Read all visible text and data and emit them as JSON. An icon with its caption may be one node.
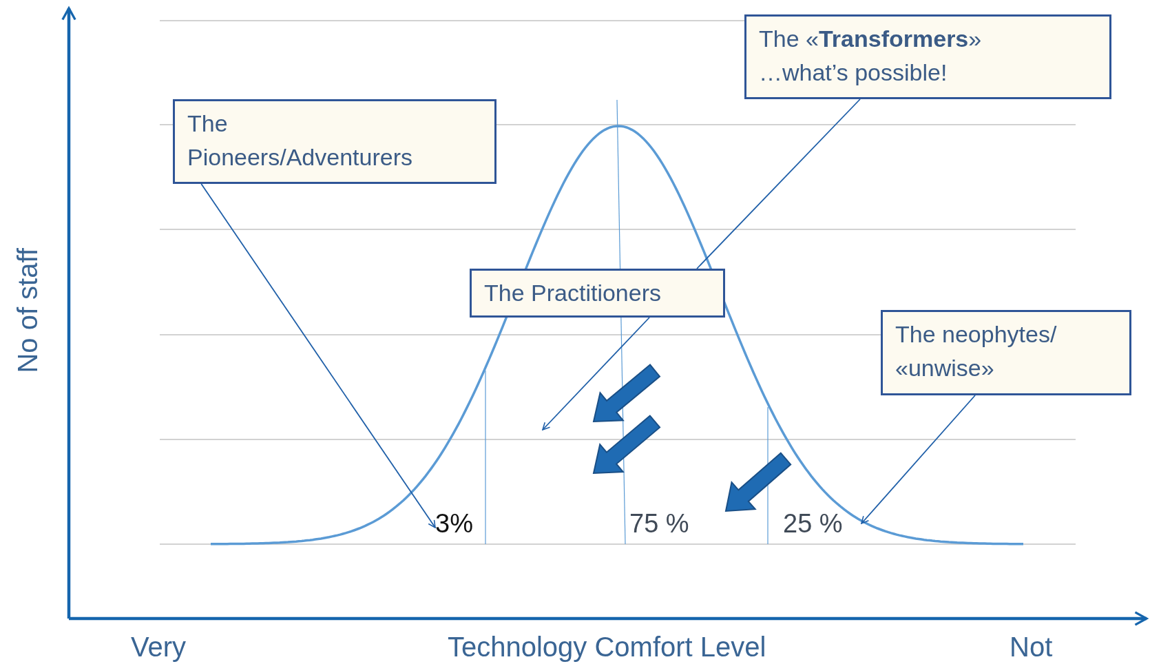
{
  "diagram": {
    "nodes": [
      {
        "text": [
          "The Pioneers/Adventurers"
        ]
      },
      {
        "text": [
          "The «**Transformers**»",
          "…what’s possible!"
        ]
      },
      {
        "text": [
          "The Practitioners"
        ]
      },
      {
        "text": [
          "The neophytes/ «unwise»"
        ]
      },
      {
        "text": [
          "3%"
        ]
      },
      {
        "text": [
          "25 %"
        ]
      }
    ],
    "edges": [
      {
        "from": 0,
        "to": 4,
        "arrow": "to"
      },
      {
        "from": 1,
        "to": 2,
        "arrow": "none"
      },
      {
        "from": 2,
        "to": null,
        "arrow": "to"
      },
      {
        "from": 3,
        "to": 5,
        "arrow": "to"
      }
    ],
    "labels": [
      "75 %",
      "No of staff",
      "Very",
      "Technology Comfort Level",
      "Not"
    ]
  }
}
